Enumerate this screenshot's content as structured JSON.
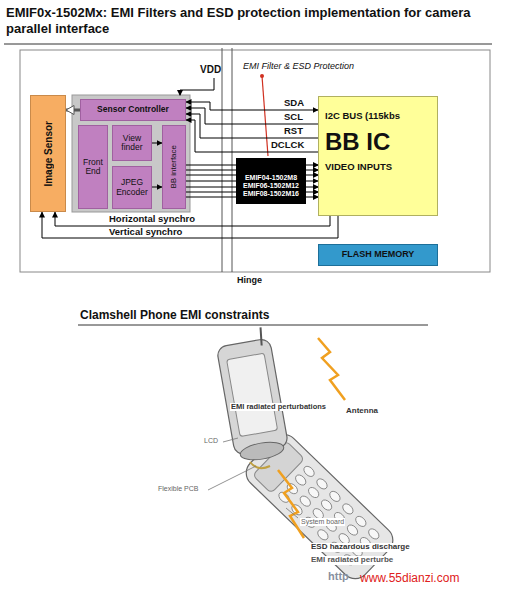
{
  "diagram": {
    "title": "EMIF0x-1502Mx: EMI Filters and ESD protection implementation for camera parallel interface",
    "nodes": [
      {
        "text": [
          "Image Sensor"
        ]
      },
      {
        "text": [
          "Sensor Controller"
        ]
      },
      {
        "text": [
          "Front End"
        ]
      },
      {
        "text": [
          "View finder"
        ]
      },
      {
        "text": [
          "JPEG Encoder"
        ]
      },
      {
        "text": [
          "BB interface"
        ]
      },
      {
        "text": [
          "I2C BUS (115kbs",
          "BB IC",
          "VIDEO INPUTS"
        ]
      },
      {
        "text": [
          "FLASH MEMORY"
        ]
      },
      {
        "text": [
          "EMIF04-1502M8",
          "EMIF06-1502M12",
          "EMIF08-1502M16"
        ]
      }
    ],
    "edges": [
      {
        "from": 1,
        "to": 0,
        "arrow": "to"
      },
      {
        "from": 3,
        "to": 5,
        "arrow": "to"
      },
      {
        "from": 4,
        "to": 5,
        "arrow": "to"
      },
      {
        "from": 1,
        "to": 6,
        "arrow": "both",
        "label": "SDA"
      },
      {
        "from": 6,
        "to": 1,
        "arrow": "to",
        "label": "SCL"
      },
      {
        "from": 6,
        "to": 1,
        "arrow": "to",
        "label": "RST"
      },
      {
        "from": 6,
        "to": 1,
        "arrow": "to",
        "label": "DCLCK"
      },
      {
        "from": 5,
        "to": 8,
        "arrow": "none"
      },
      {
        "from": 8,
        "to": 6,
        "arrow": "to"
      },
      {
        "from": 6,
        "to": 0,
        "arrow": "to",
        "label": "Horizontal synchro"
      },
      {
        "from": 6,
        "to": 0,
        "arrow": "to",
        "label": "Vertical synchro"
      }
    ],
    "labels": [
      "VDD",
      "EMI Filter & ESD Protection",
      "Hinge",
      "Clamshell Phone EMI constraints",
      "EMI radiated perturbations",
      "Antenna",
      "LCD",
      "Flexible PCB",
      "System board",
      "ESD hazardous discharge",
      "EMI radiated perturbe",
      "http",
      "www.55dianzi.com"
    ]
  }
}
